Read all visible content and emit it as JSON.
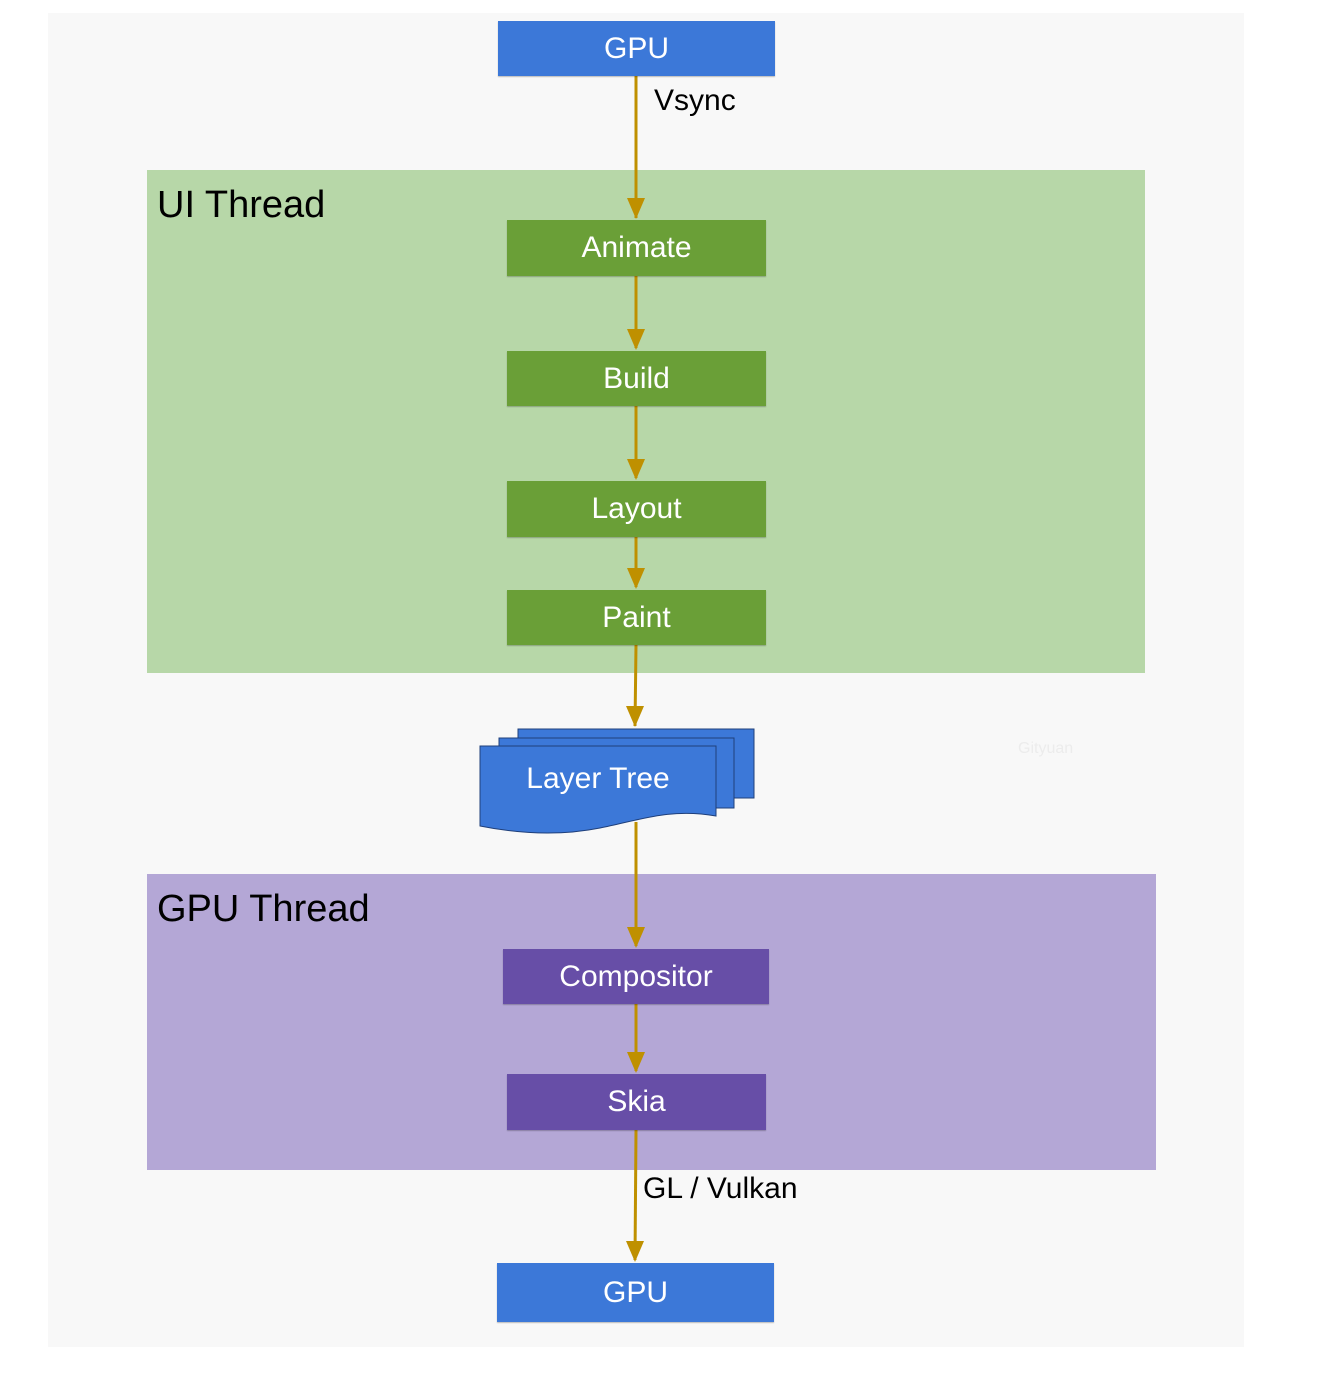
{
  "diagram": {
    "colors": {
      "page_background": "#f8f8f8",
      "gpu_node": "#3c78d8",
      "ui_node": "#6a9f37",
      "gpu_thread_node": "#674ea7",
      "ui_region": "#b7d7a8",
      "gpu_region": "#b4a7d6",
      "arrow": "#bf9000"
    },
    "nodes": {
      "gpu_top": "GPU",
      "animate": "Animate",
      "build": "Build",
      "layout": "Layout",
      "paint": "Paint",
      "layer_tree": "Layer Tree",
      "compositor": "Compositor",
      "skia": "Skia",
      "gpu_bottom": "GPU"
    },
    "regions": {
      "ui_thread": "UI Thread",
      "gpu_thread": "GPU Thread"
    },
    "edge_labels": {
      "vsync": "Vsync",
      "gl_vulkan": "GL / Vulkan"
    },
    "watermark": "Gityuan",
    "layer_tree_icon": "stacked-documents-icon"
  }
}
